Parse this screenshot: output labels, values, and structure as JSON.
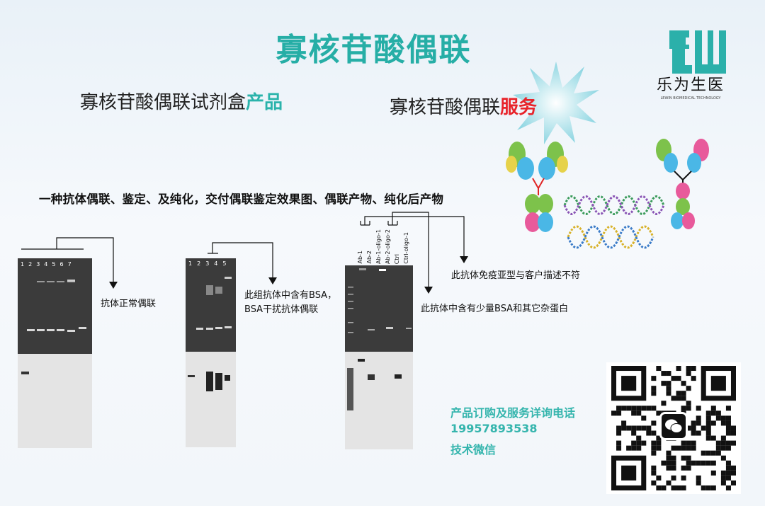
{
  "title": "寡核苷酸偶联",
  "logo": {
    "name_cn": "乐为生医",
    "name_en": "LEWIN BIOMEDICAL TECHNOLOGY"
  },
  "product": {
    "prefix": "寡核苷酸偶联试剂盒",
    "highlight": "产品"
  },
  "service": {
    "prefix": "寡核苷酸偶联",
    "highlight": "服务"
  },
  "headline": "一种抗体偶联、鉴定、及纯化，交付偶联鉴定效果图、偶联产物、纯化后产物",
  "gel1": {
    "lanes": [
      "1",
      "2",
      "3",
      "4",
      "5",
      "6",
      "7"
    ],
    "note": "抗体正常偶联"
  },
  "gel2": {
    "lanes": [
      "1",
      "2",
      "3",
      "4",
      "5"
    ],
    "note_line1": "此组抗体中含有BSA，",
    "note_line2": "BSA干扰抗体偶联"
  },
  "gel3": {
    "lanes": [
      "Ab-1",
      "Ab-2",
      "Ab-1-oligo-1",
      "Ab-2-oligo-2",
      "Ctrl",
      "Ctrl-oligo-1"
    ],
    "note_a": "此抗体免疫亚型与客户描述不符",
    "note_b": "此抗体中含有少量BSA和其它杂蛋白"
  },
  "contact": {
    "line1": "产品订购及服务详询电话",
    "phone": "19957893538",
    "line3": "技术微信"
  },
  "colors": {
    "teal": "#2ab3ab",
    "red": "#e8232a"
  }
}
